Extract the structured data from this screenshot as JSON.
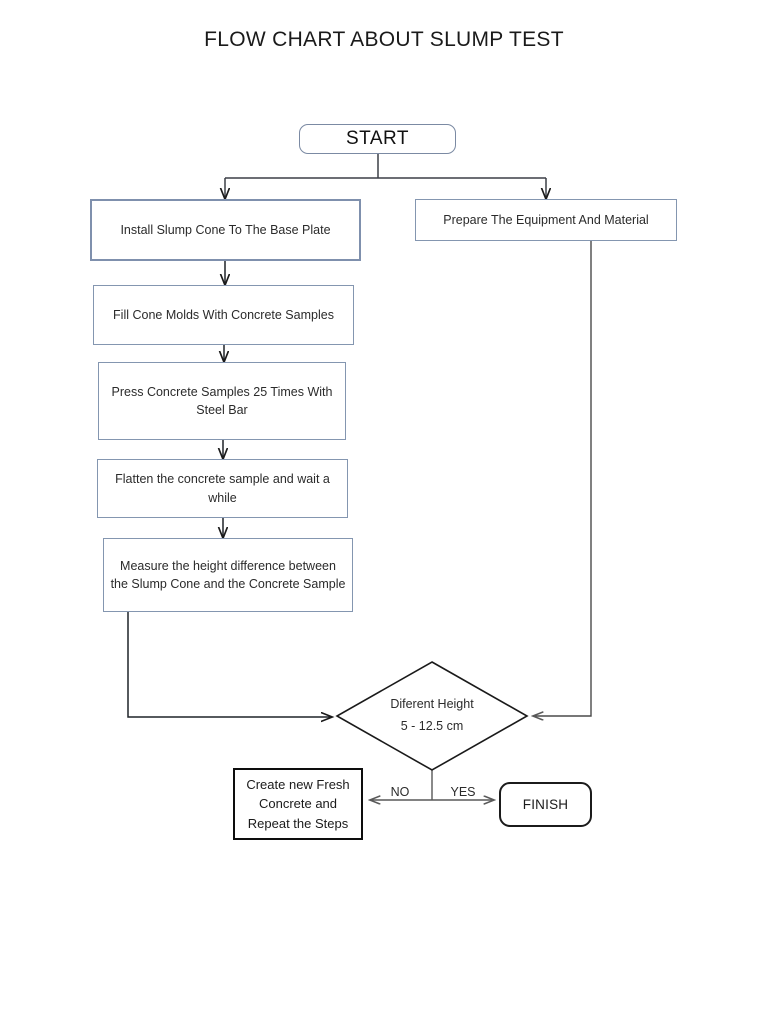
{
  "page": {
    "title": "FLOW CHART ABOUT SLUMP TEST",
    "background": "#ffffff",
    "accent_border": "#8496b0",
    "dark_border": "#0d0d0d",
    "text_color": "#2b2b2b"
  },
  "nodes": {
    "start": {
      "label": "START",
      "shape": "terminator"
    },
    "prepare": {
      "label": "Prepare The Equipment And Material",
      "shape": "process"
    },
    "install": {
      "label": "Install Slump Cone To The Base Plate",
      "shape": "process"
    },
    "fill": {
      "label": "Fill Cone Molds With Concrete Samples",
      "shape": "process"
    },
    "press": {
      "label": "Press Concrete Samples 25 Times With Steel Bar",
      "shape": "process"
    },
    "flatten": {
      "label": "Flatten the concrete sample and wait a while",
      "shape": "process"
    },
    "measure": {
      "label": "Measure the height difference between the Slump Cone and the Concrete Sample",
      "shape": "process"
    },
    "decision": {
      "line1": "Diferent Height",
      "line2": "5 - 12.5 cm",
      "shape": "decision"
    },
    "recreate": {
      "label": "Create new Fresh Concrete and Repeat the Steps",
      "shape": "process"
    },
    "finish": {
      "label": "FINISH",
      "shape": "terminator"
    }
  },
  "edge_labels": {
    "no": "NO",
    "yes": "YES"
  },
  "chart_data": {
    "type": "diagram",
    "title": "FLOW CHART ABOUT SLUMP TEST",
    "nodes": [
      {
        "id": "start",
        "text": "START",
        "type": "terminator"
      },
      {
        "id": "prepare",
        "text": "Prepare The Equipment And Material",
        "type": "process"
      },
      {
        "id": "install",
        "text": "Install Slump Cone To The Base Plate",
        "type": "process"
      },
      {
        "id": "fill",
        "text": "Fill Cone Molds With Concrete Samples",
        "type": "process"
      },
      {
        "id": "press",
        "text": "Press Concrete Samples 25 Times With Steel Bar",
        "type": "process"
      },
      {
        "id": "flatten",
        "text": "Flatten the concrete sample and wait a while",
        "type": "process"
      },
      {
        "id": "measure",
        "text": "Measure the height difference between the Slump Cone and the Concrete Sample",
        "type": "process"
      },
      {
        "id": "decision",
        "text": "Diferent Height 5 - 12.5 cm",
        "type": "decision"
      },
      {
        "id": "recreate",
        "text": "Create new Fresh Concrete and Repeat the Steps",
        "type": "process"
      },
      {
        "id": "finish",
        "text": "FINISH",
        "type": "terminator"
      }
    ],
    "edges": [
      {
        "from": "start",
        "to": "install",
        "label": ""
      },
      {
        "from": "start",
        "to": "prepare",
        "label": ""
      },
      {
        "from": "install",
        "to": "fill",
        "label": ""
      },
      {
        "from": "fill",
        "to": "press",
        "label": ""
      },
      {
        "from": "press",
        "to": "flatten",
        "label": ""
      },
      {
        "from": "flatten",
        "to": "measure",
        "label": ""
      },
      {
        "from": "measure",
        "to": "decision",
        "label": ""
      },
      {
        "from": "prepare",
        "to": "decision",
        "label": ""
      },
      {
        "from": "decision",
        "to": "recreate",
        "label": "NO"
      },
      {
        "from": "decision",
        "to": "finish",
        "label": "YES"
      }
    ]
  }
}
